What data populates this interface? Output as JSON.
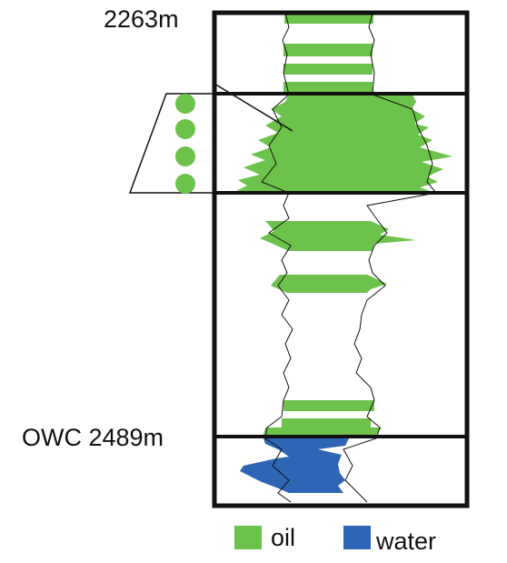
{
  "labels": {
    "top_depth": "2263m",
    "owc": "OWC 2489m"
  },
  "legend": {
    "items": [
      {
        "label": "oil",
        "color": "#6cc24a"
      },
      {
        "label": "water",
        "color": "#2f65b5"
      }
    ]
  },
  "colors": {
    "oil": "#6cc24a",
    "water": "#2f65b5",
    "line": "#111111"
  },
  "perforation_markers": {
    "count": 4,
    "color": "#6cc24a"
  }
}
